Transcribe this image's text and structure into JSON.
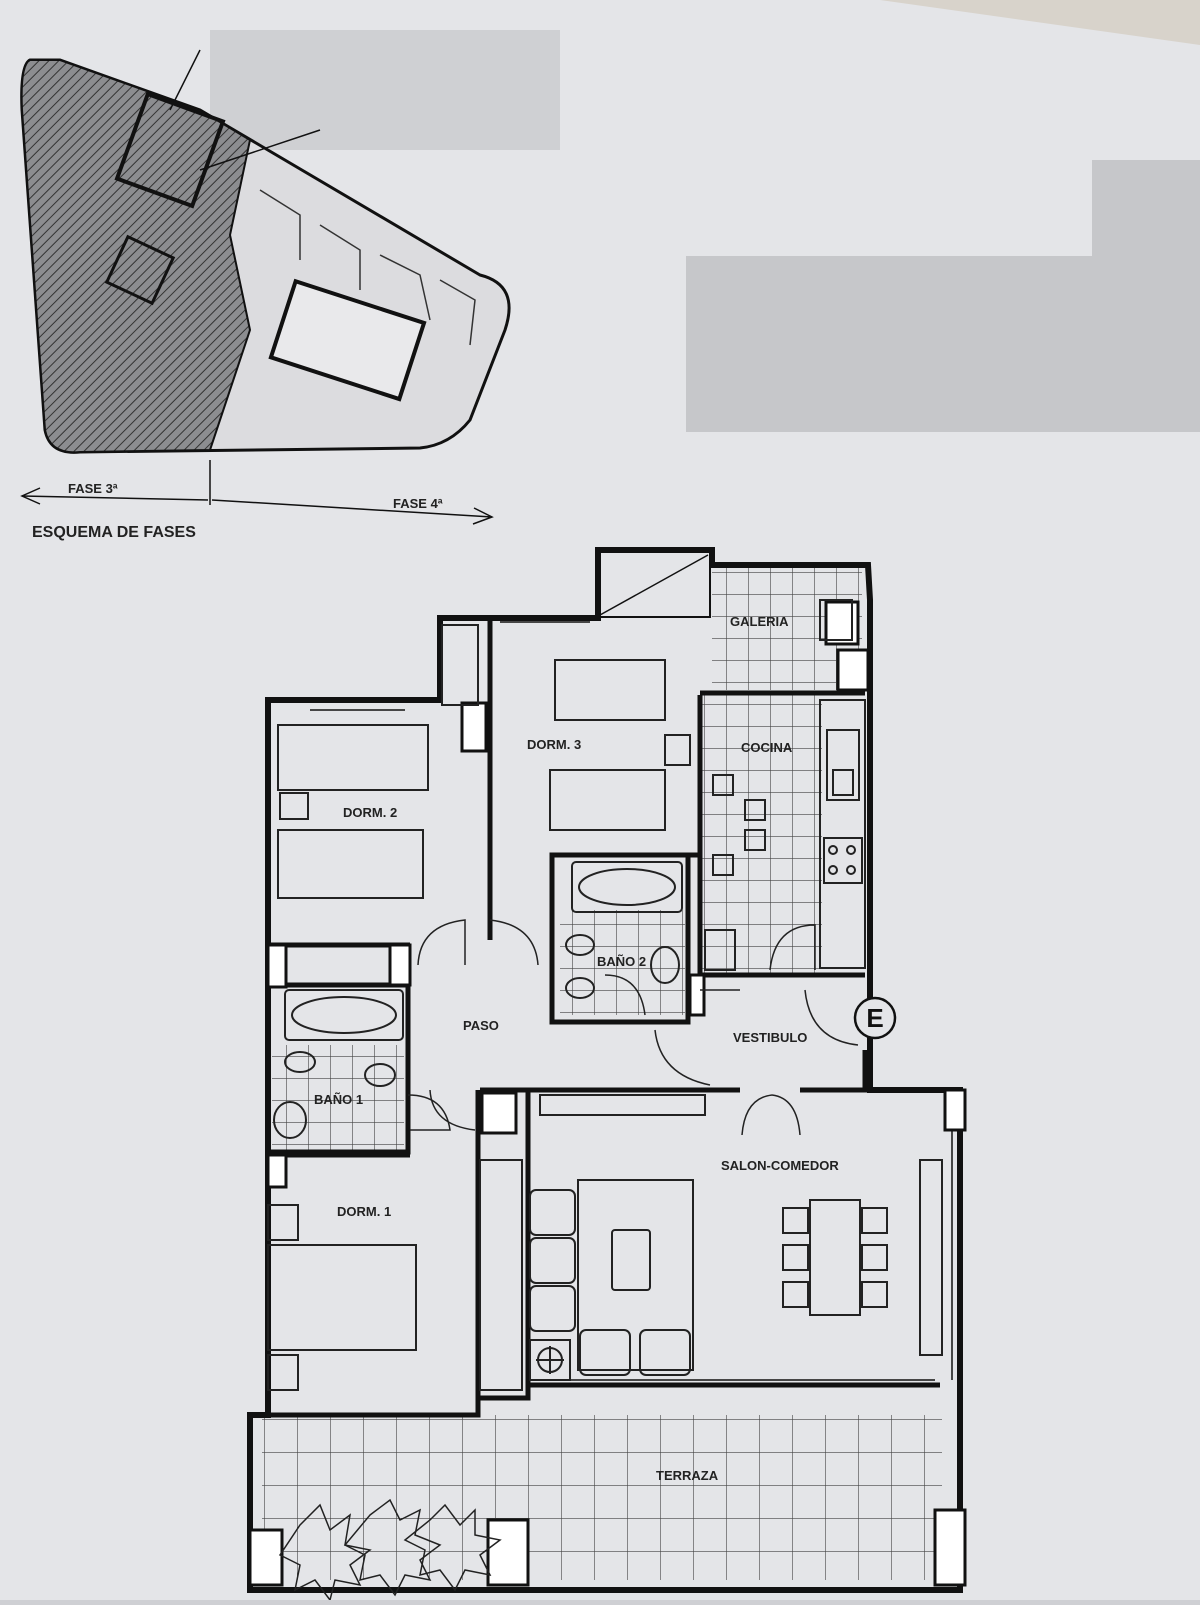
{
  "site_plan": {
    "title": "ESQUEMA DE FASES",
    "phase_left": "FASE 3ª",
    "phase_right": "FASE 4ª"
  },
  "rooms": {
    "dorm3": "DORM. 3",
    "galeria": "GALERIA",
    "cocina": "COCINA",
    "dorm2": "DORM. 2",
    "bano2": "BAÑO 2",
    "paso": "PASO",
    "vestibulo": "VESTIBULO",
    "entrance": "E",
    "bano1": "BAÑO 1",
    "salon": "SALON-COMEDOR",
    "dorm1": "DORM. 1",
    "terraza": "TERRAZA"
  },
  "colors": {
    "paper": "#e4e5e8",
    "ink": "#1e1e1e",
    "redaction": "#c8c9cc"
  }
}
